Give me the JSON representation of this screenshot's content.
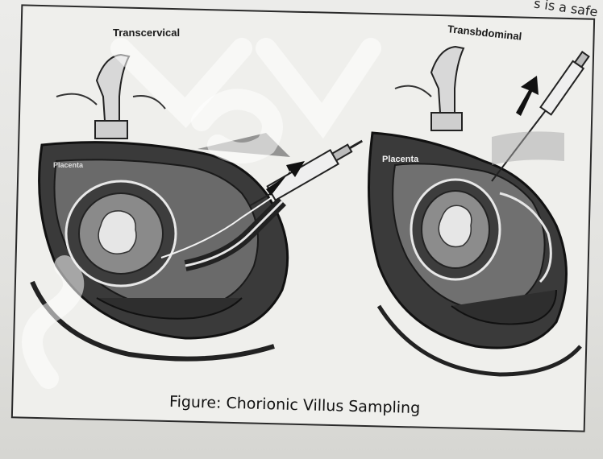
{
  "header_text": "s is a safe",
  "panels": {
    "left": {
      "label": "Transcervical",
      "placenta_label": "Placenta"
    },
    "right": {
      "label": "Transbdominal",
      "placenta_label": "Placenta"
    }
  },
  "caption": "Figure: Chorionic Villus Sampling",
  "colors": {
    "ink": "#1a1a1a",
    "dark": "#2b2b2b",
    "tissue": "#5a5a5a",
    "paper": "#ececea"
  }
}
